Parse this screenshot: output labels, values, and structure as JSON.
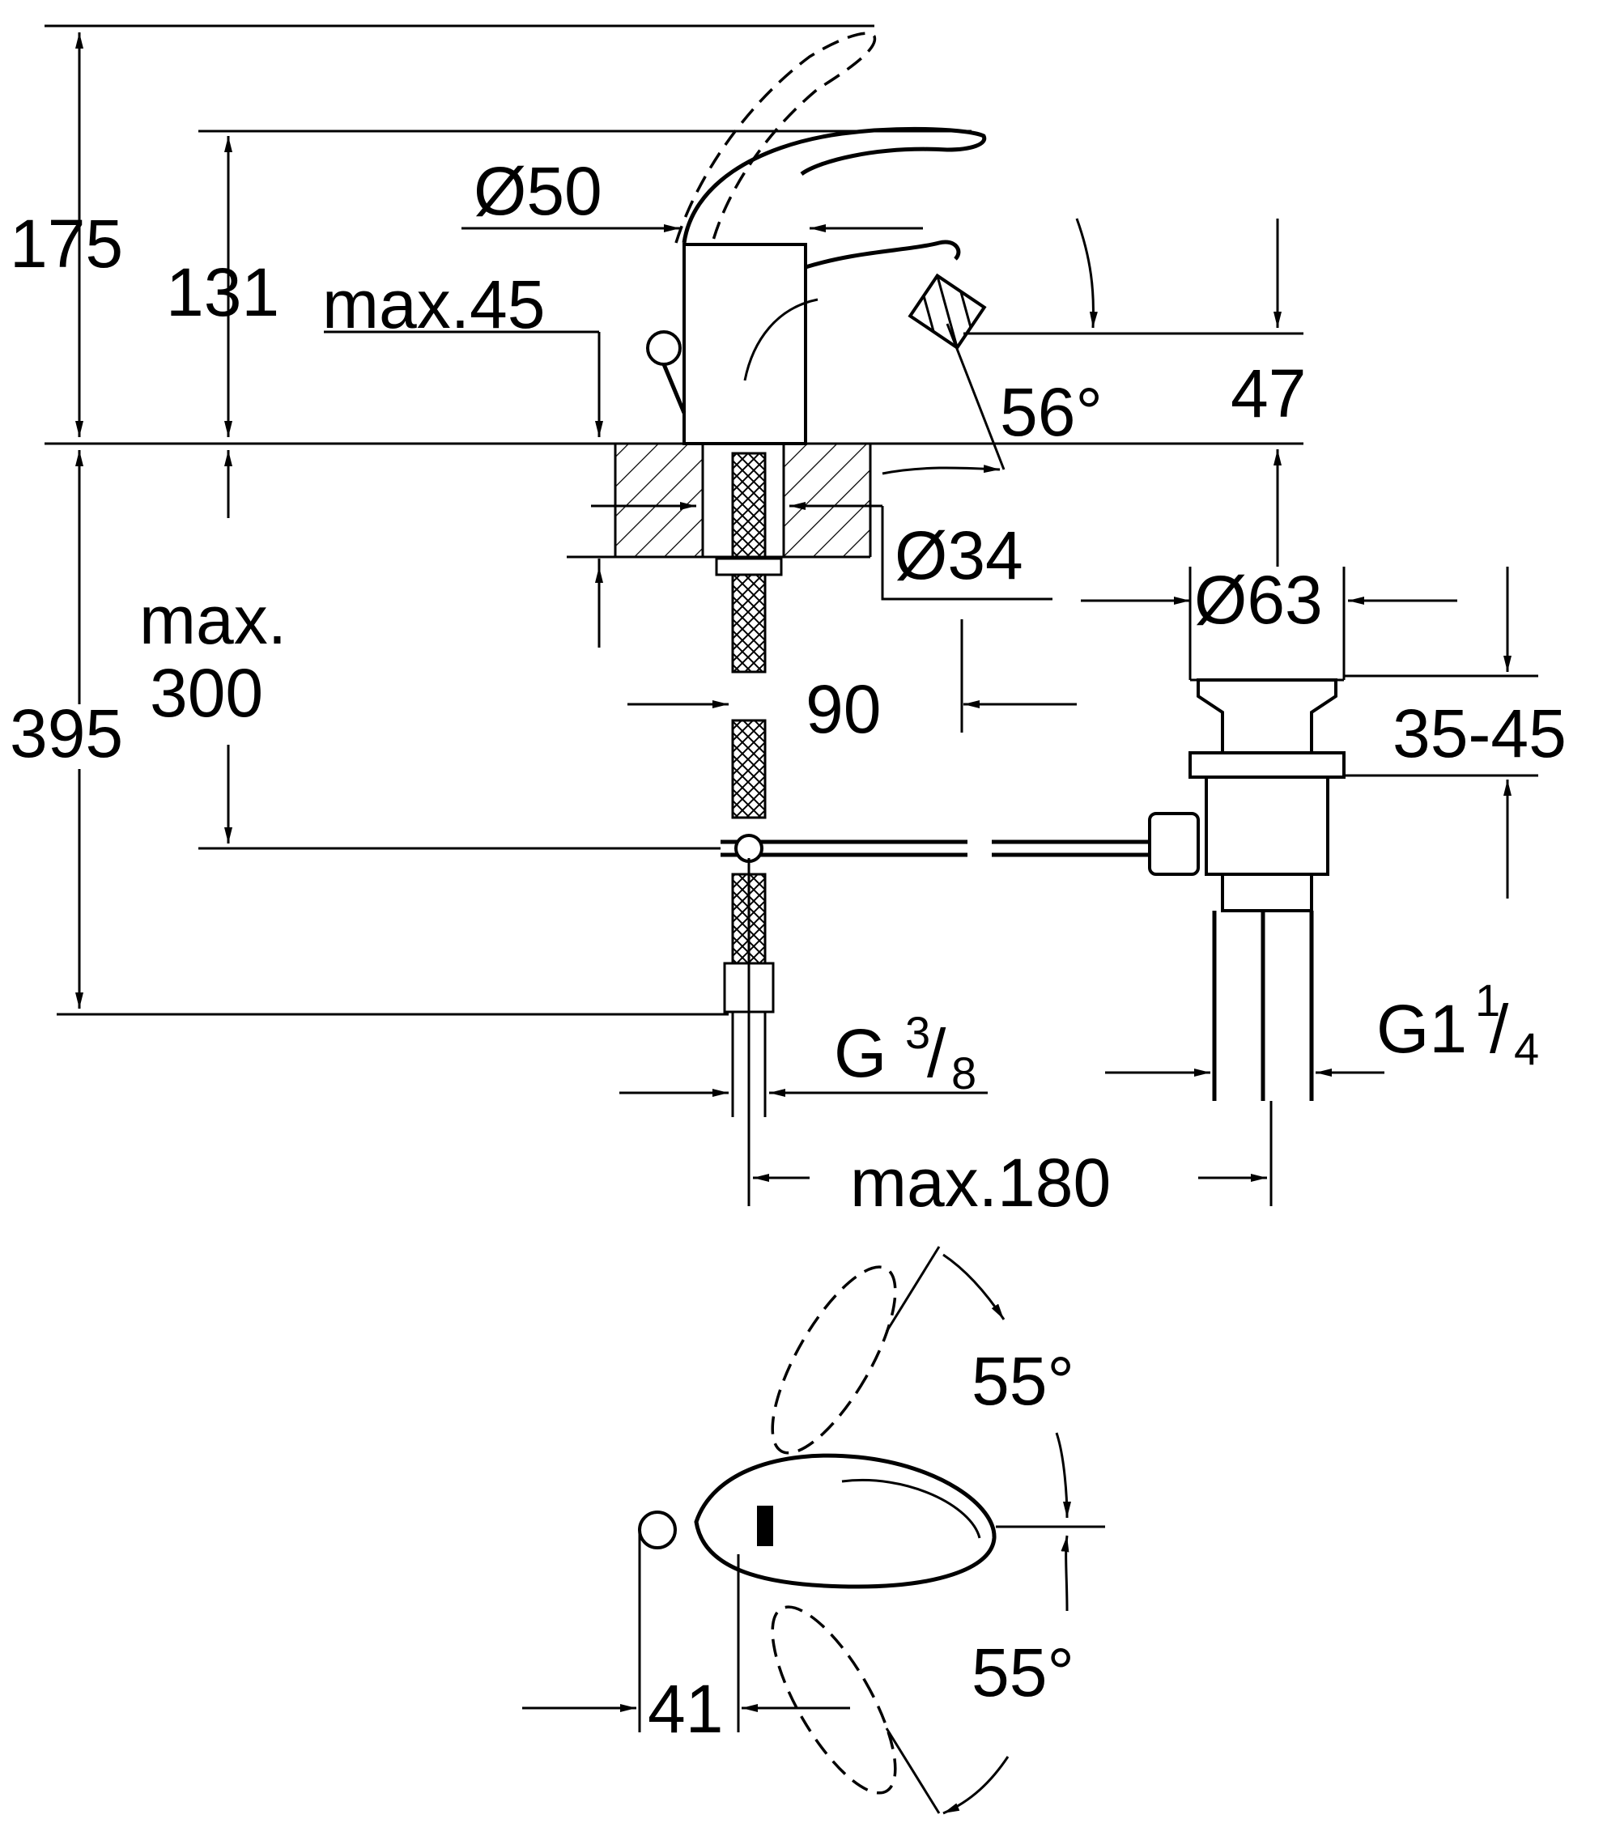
{
  "dimensions": {
    "height_total": "175",
    "height_spout": "131",
    "deck_thickness": "max.45",
    "body_diameter": "Ø50",
    "spout_angle": "56°",
    "spout_height": "47",
    "hole_diameter": "Ø34",
    "waste_diameter": "Ø63",
    "waste_range": "35-45",
    "hose_length_line1": "max.",
    "hose_length_line2": "300",
    "projection": "90",
    "total_depth": "395",
    "connection_hose_main": "G",
    "connection_hose_num": "3",
    "connection_hose_den": "8",
    "connection_waste_main": "G1",
    "connection_waste_num": "1",
    "connection_waste_den": "4",
    "pull_rod_distance": "max.180",
    "swing_left": "55°",
    "swing_right": "55°",
    "knob_offset": "41"
  }
}
